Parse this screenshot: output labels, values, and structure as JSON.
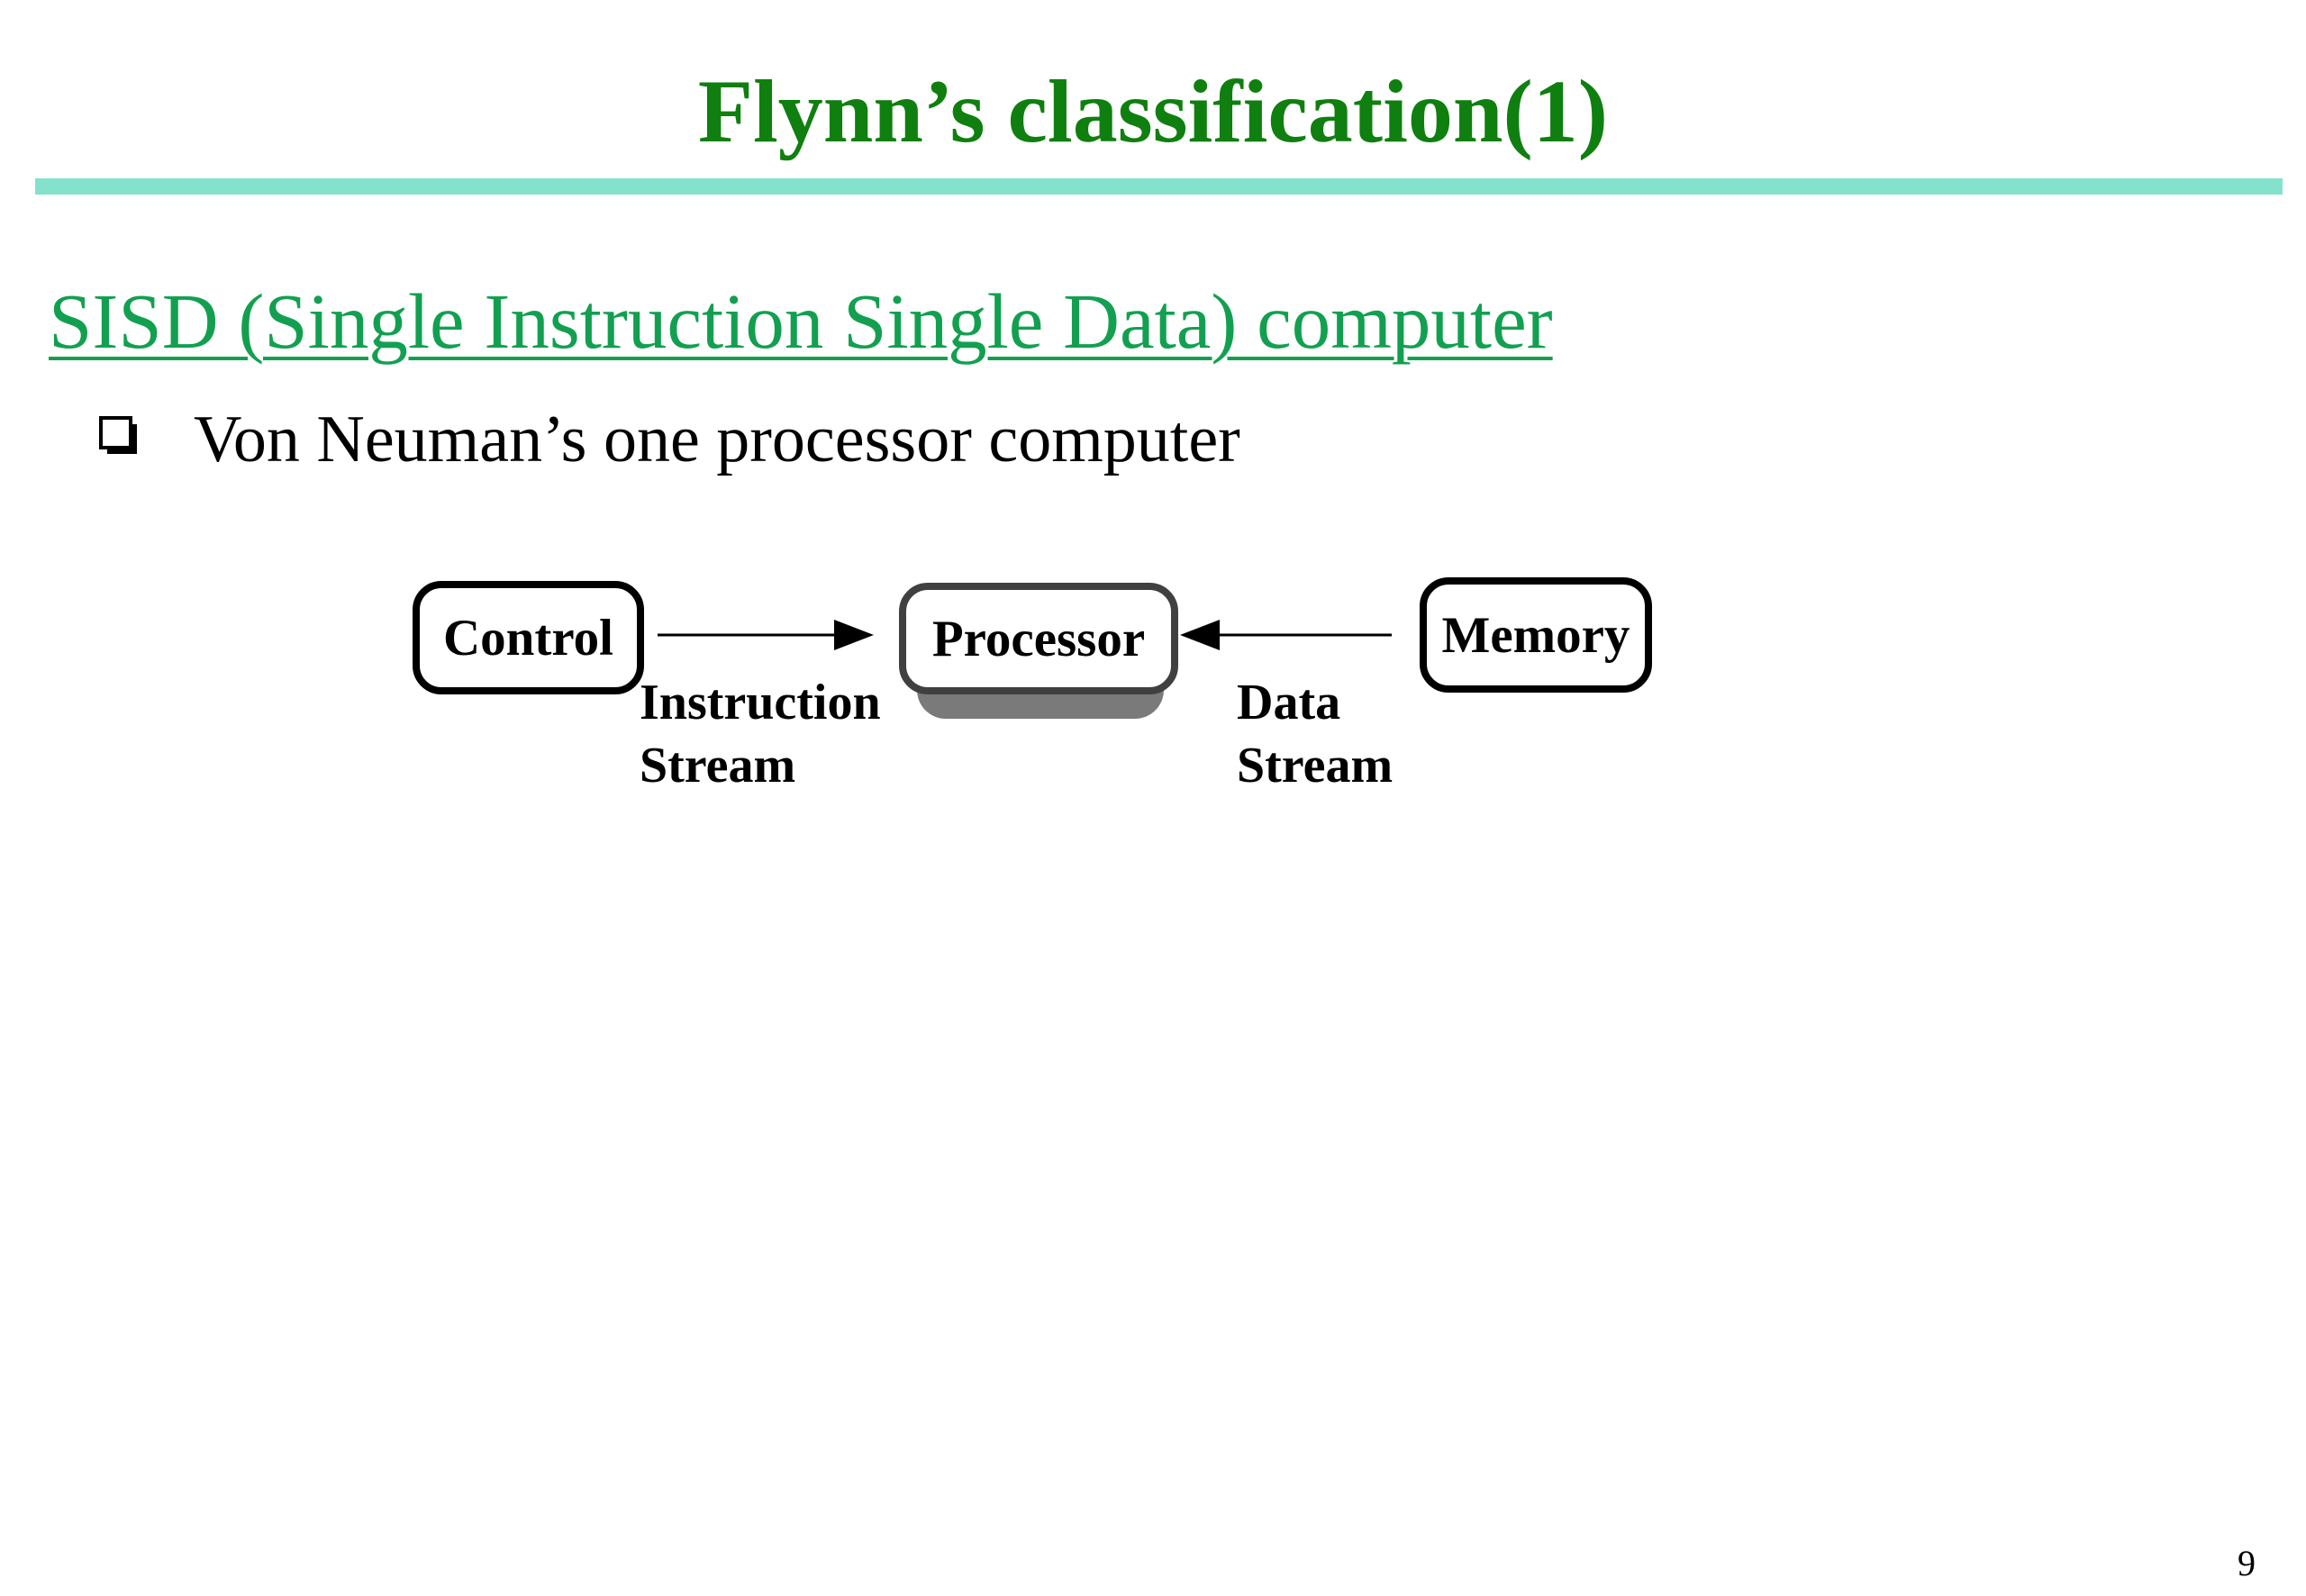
{
  "slide": {
    "title": "Flynn’s classification(1)",
    "section_heading": "SISD (Single Instruction Single Data) computer",
    "bullets": [
      {
        "icon": "checkbox-bullet-icon",
        "text": "Von Neuman’s one processor computer"
      }
    ],
    "page_number": "9"
  },
  "diagram": {
    "nodes": {
      "control": "Control",
      "processor": "Processor",
      "memory": "Memory"
    },
    "edges": {
      "instruction_stream": {
        "from": "Control",
        "to": "Processor",
        "label_line1": "Instruction",
        "label_line2": "Stream"
      },
      "data_stream": {
        "from": "Memory",
        "to": "Processor",
        "label_line1": "Data",
        "label_line2": "Stream"
      }
    }
  },
  "colors": {
    "title": "#0f7f0f",
    "rule": "#84e2cc",
    "heading": "#12a050",
    "shadow": "#7a7a7a"
  }
}
